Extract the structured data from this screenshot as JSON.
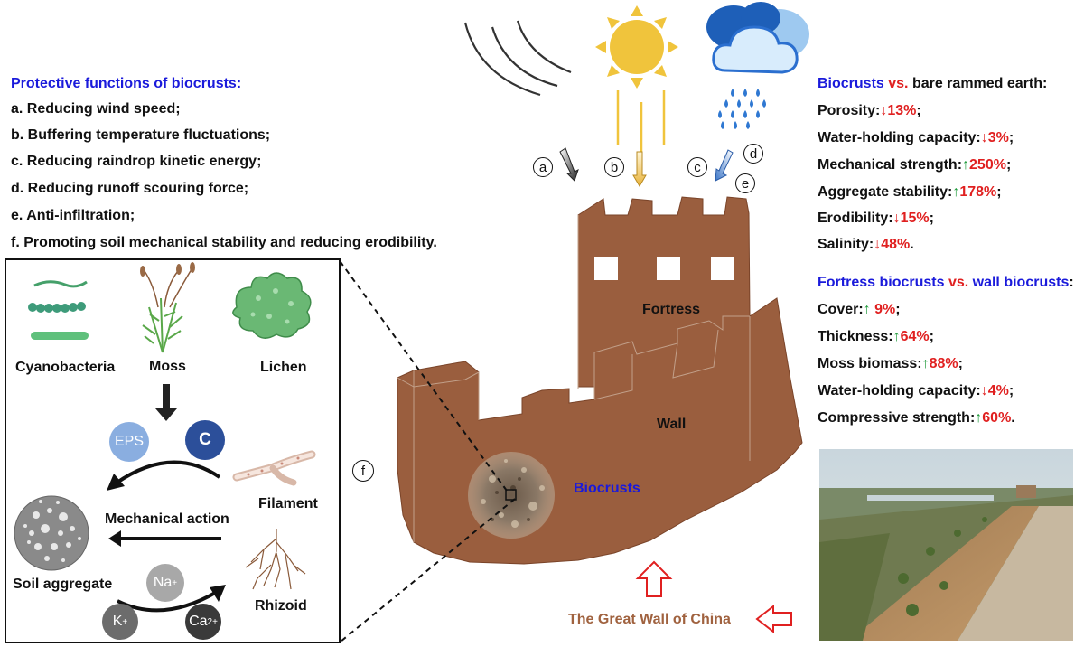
{
  "functions": {
    "title": "Protective functions of biocrusts:",
    "items": [
      "a. Reducing wind speed;",
      "b. Buffering temperature fluctuations;",
      "c. Reducing raindrop kinetic energy;",
      "d. Reducing runoff scouring force;",
      "e. Anti-infiltration;",
      "f. Promoting soil mechanical stability and reducing erodibility."
    ]
  },
  "comparison1": {
    "title_a": "Biocrusts",
    "title_vs": "vs.",
    "title_b": "bare rammed earth:",
    "rows": [
      {
        "label": "Porosity:",
        "arrow": "↓",
        "value": "13%",
        "end": ";"
      },
      {
        "label": "Water-holding capacity:",
        "arrow": "↓",
        "value": "3%",
        "end": ";"
      },
      {
        "label": "Mechanical strength:",
        "arrow": "↑",
        "value": "250%",
        "end": ";"
      },
      {
        "label": "Aggregate stability:",
        "arrow": "↑",
        "value": "178%",
        "end": ";"
      },
      {
        "label": "Erodibility:",
        "arrow": "↓",
        "value": "15%",
        "end": ";"
      },
      {
        "label": "Salinity:",
        "arrow": "↓",
        "value": "48%",
        "end": "."
      }
    ]
  },
  "comparison2": {
    "title_a": "Fortress biocrusts",
    "title_vs": "vs.",
    "title_b": "wall biocrusts",
    "title_end": ":",
    "rows": [
      {
        "label": "Cover:",
        "arrow": "↑",
        "value": " 9%",
        "end": ";"
      },
      {
        "label": "Thickness:",
        "arrow": "↑",
        "value": "64%",
        "end": ";"
      },
      {
        "label": "Moss biomass:",
        "arrow": "↑",
        "value": "88%",
        "end": ";"
      },
      {
        "label": "Water-holding capacity:",
        "arrow": "↓",
        "value": "4%",
        "end": ";"
      },
      {
        "label": "Compressive strength:",
        "arrow": "↑",
        "value": "60%",
        "end": "."
      }
    ]
  },
  "inset": {
    "organisms": [
      "Cyanobacteria",
      "Moss",
      "Lichen"
    ],
    "eps": "EPS",
    "carbon": "C",
    "filament": "Filament",
    "mechanical_action": "Mechanical action",
    "soil_aggregate": "Soil aggregate",
    "rhizoid": "Rhizoid",
    "na": "Na",
    "na_sup": "+",
    "k": "K",
    "k_sup": "+",
    "ca": "Ca",
    "ca_sup": "2+"
  },
  "wall": {
    "fortress": "Fortress",
    "wall": "Wall",
    "biocrusts": "Biocrusts",
    "caption": "The Great Wall of China"
  },
  "markers": {
    "a": "a",
    "b": "b",
    "c": "c",
    "d": "d",
    "e": "e",
    "f": "f"
  },
  "colors": {
    "wall": "#9a5e3e",
    "heading_blue": "#1a1adb",
    "increase_green": "#1e9a3a",
    "decrease_red": "#e02020",
    "caption_brown": "#a0623f",
    "sun": "#f0c43c",
    "cloud": "#1e6fd0"
  }
}
